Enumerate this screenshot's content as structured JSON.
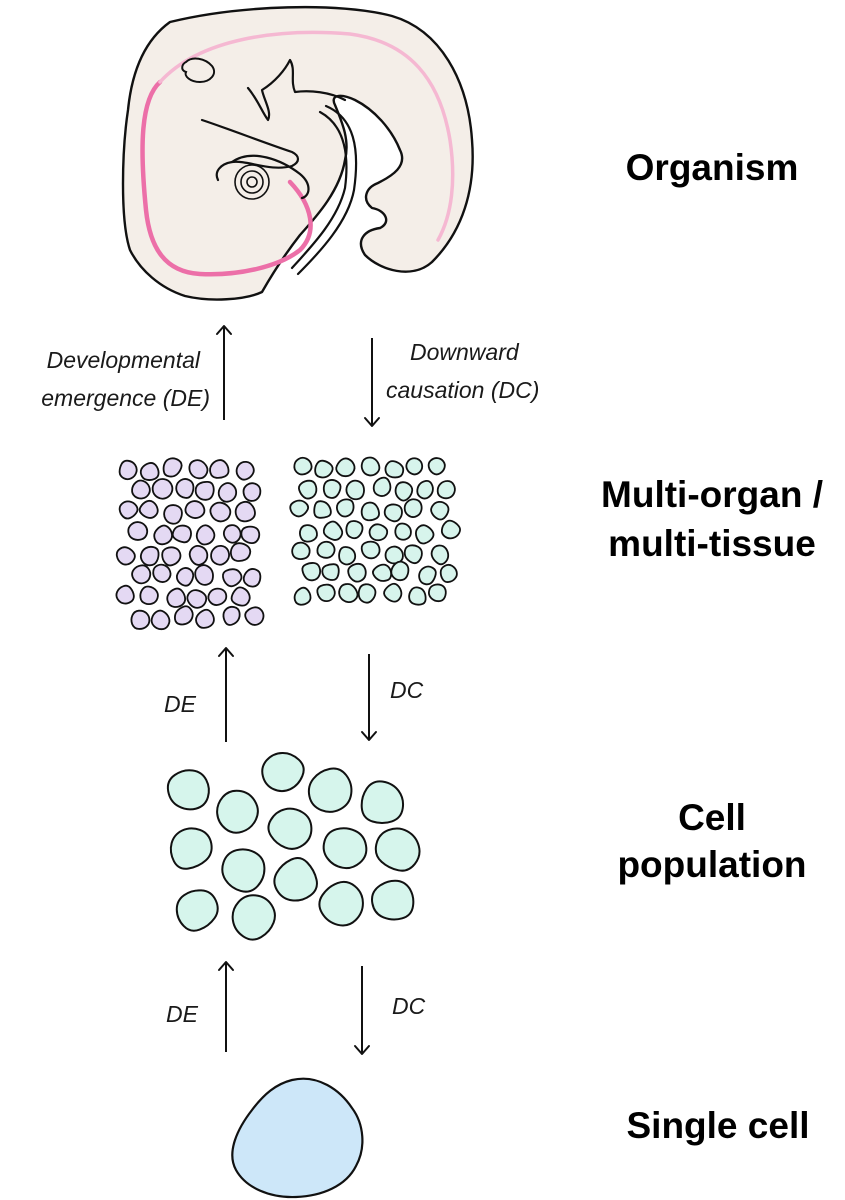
{
  "levels": {
    "organism": "Organism",
    "multi_line1": "Multi-organ /",
    "multi_line2": "multi-tissue",
    "cell_pop_line1": "Cell",
    "cell_pop_line2": "population",
    "single_cell": "Single cell"
  },
  "arrows": {
    "de_top_line1": "Developmental",
    "de_top_line2": "emergence (DE)",
    "dc_top_line1": "Downward",
    "dc_top_line2": "causation (DC)",
    "de_mid": "DE",
    "dc_mid": "DC",
    "de_bottom": "DE",
    "dc_bottom": "DC"
  },
  "colors": {
    "embryo_fill": "#f4eee8",
    "embryo_pink": "#ec6fa8",
    "purple_tissue": "#e4d9f3",
    "teal_tissue": "#d7f4ec",
    "cell_population": "#d6f5ec",
    "single_cell": "#cde7f9"
  }
}
